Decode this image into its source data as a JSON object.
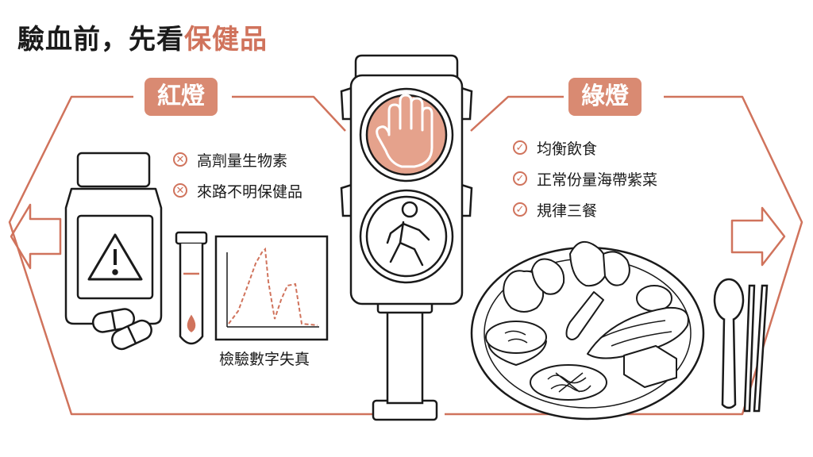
{
  "title": {
    "main": "驗血前，先看",
    "highlight": "保健品"
  },
  "red_light": {
    "label": "紅燈",
    "items": [
      {
        "text": "高劑量生物素",
        "icon": "x-circle-icon"
      },
      {
        "text": "來路不明保健品",
        "icon": "x-circle-icon"
      }
    ],
    "mark_glyph": "✕"
  },
  "green_light": {
    "label": "綠燈",
    "items": [
      {
        "text": "均衡飲食",
        "icon": "check-circle-icon"
      },
      {
        "text": "正常份量海帶紫菜",
        "icon": "check-circle-icon"
      },
      {
        "text": "規律三餐",
        "icon": "check-circle-icon"
      }
    ],
    "mark_glyph": "✓"
  },
  "chart_caption": "檢驗數字失真",
  "colors": {
    "accent": "#d0735c",
    "pill": "#d98a72",
    "light_fill": "#e5a28c",
    "line": "#1a1a1a"
  }
}
